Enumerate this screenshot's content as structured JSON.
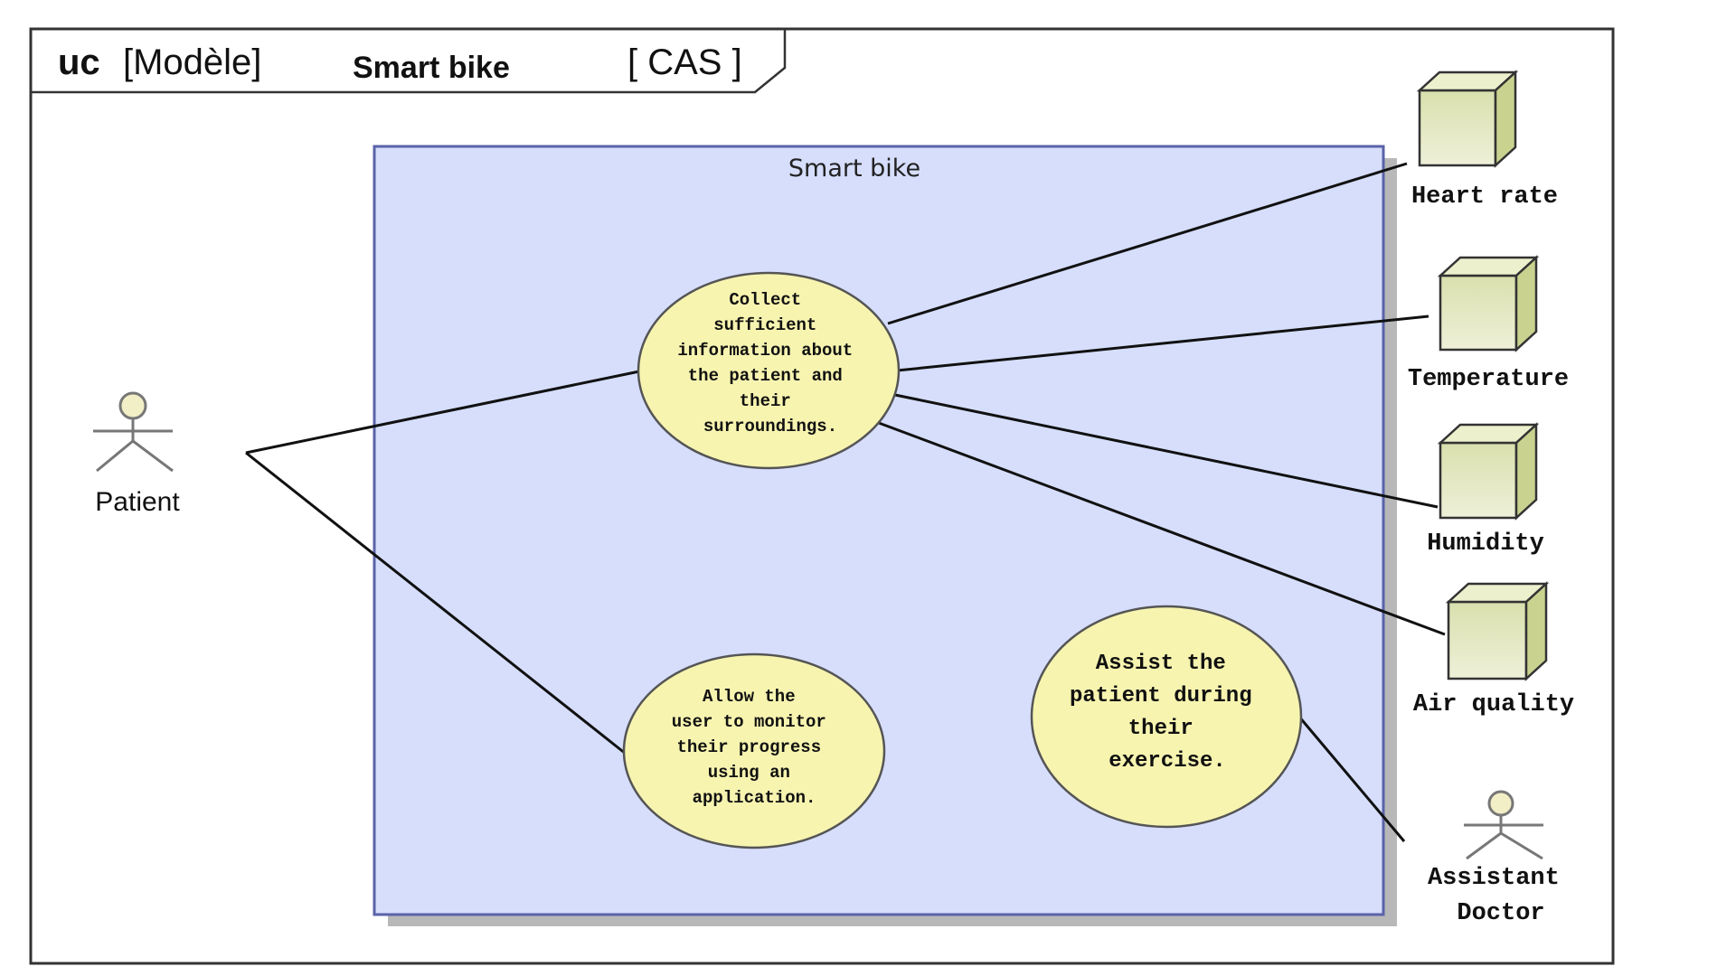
{
  "frame": {
    "kind": "uc",
    "model": "[Modèle]",
    "name": "Smart bike",
    "tag": "[ CAS ]"
  },
  "system": {
    "title": "Smart bike"
  },
  "actors": {
    "patient": "Patient",
    "assistant_doctor": [
      "Assistant",
      "Doctor"
    ]
  },
  "use_cases": {
    "collect": [
      "Collect",
      "sufficient",
      "information about",
      "the patient and",
      "their",
      "surroundings."
    ],
    "monitor": [
      "Allow the",
      "user to monitor",
      "their progress",
      "using an",
      "application."
    ],
    "assist": [
      "Assist the",
      "patient during",
      "their",
      "exercise."
    ]
  },
  "sensors": {
    "heart_rate": "Heart rate",
    "temperature": "Temperature",
    "humidity": "Humidity",
    "air_quality": "Air quality"
  },
  "colors": {
    "boundary_fill": "#d6defc",
    "boundary_stroke": "#5a63a8",
    "usecase_fill": "#f7f4b0",
    "node_front": "#dee4b8",
    "node_side": "#c9d38f",
    "node_top": "#edf0cd"
  }
}
